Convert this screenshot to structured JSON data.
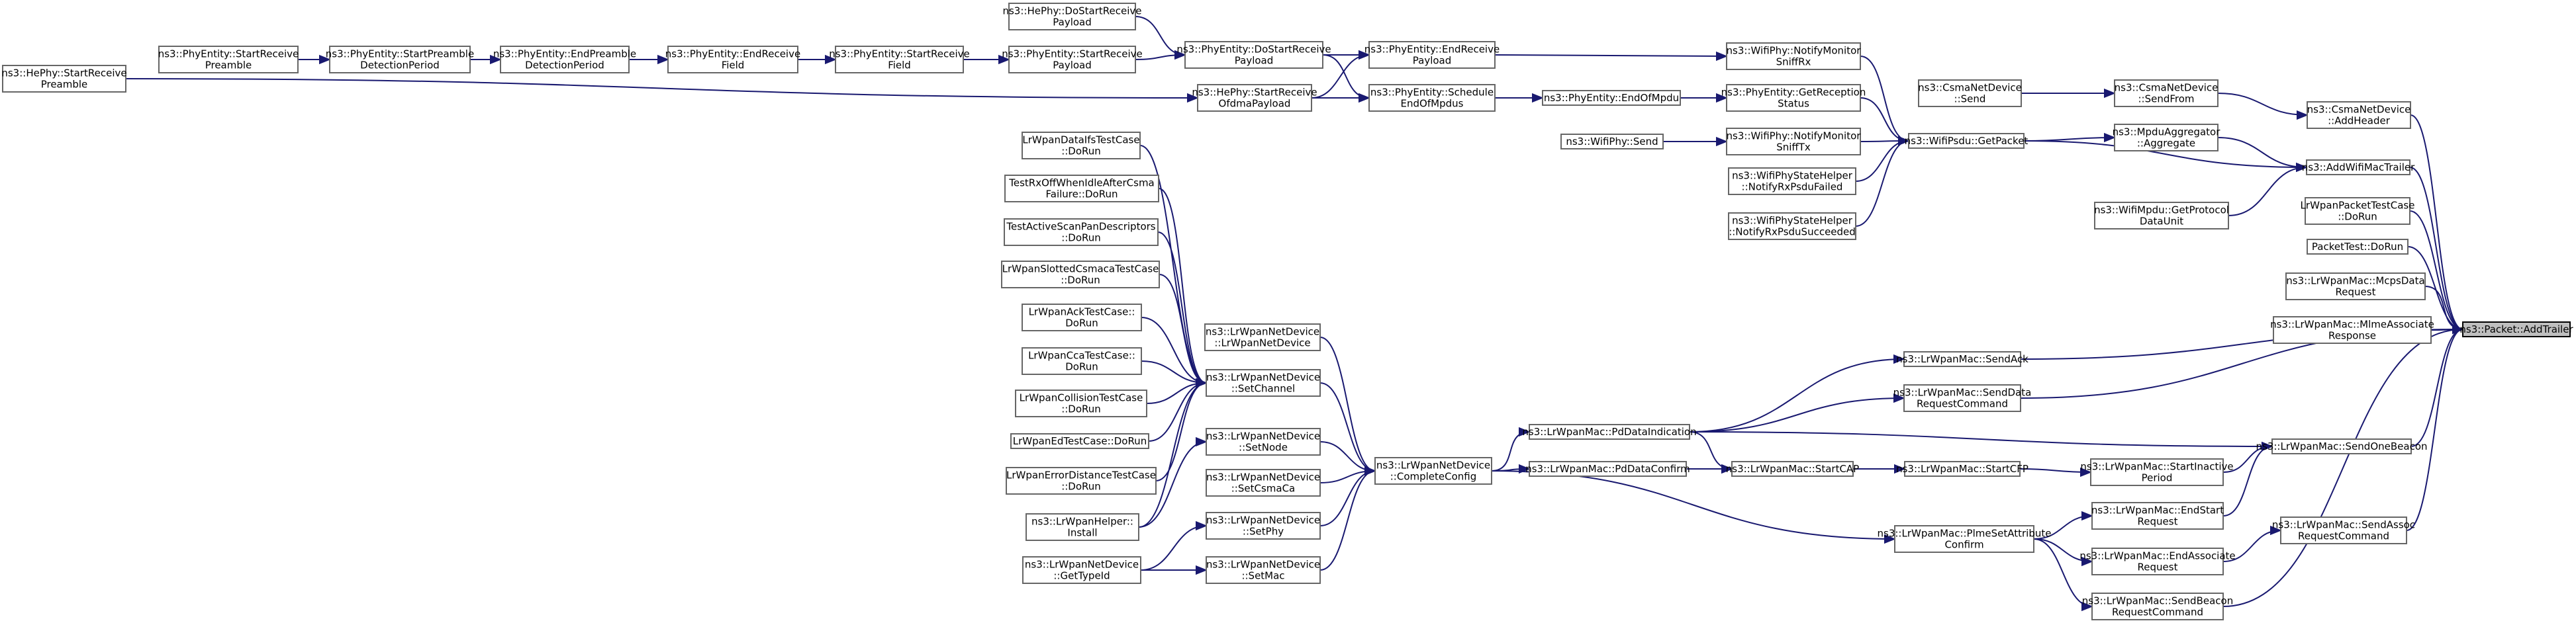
{
  "root": "ns3::Packet::AddTrailer",
  "nodes": [
    {
      "id": "root",
      "lines": [
        "ns3::Packet::AddTrailer"
      ],
      "root": true
    },
    {
      "id": "csma_addheader",
      "lines": [
        "ns3::CsmaNetDevice",
        "::AddHeader"
      ]
    },
    {
      "id": "csma_sendfrom",
      "lines": [
        "ns3::CsmaNetDevice",
        "::SendFrom"
      ]
    },
    {
      "id": "csma_send",
      "lines": [
        "ns3::CsmaNetDevice",
        "::Send"
      ]
    },
    {
      "id": "addwifimactrailer",
      "lines": [
        "ns3::AddWifiMacTrailer"
      ]
    },
    {
      "id": "mpduagg",
      "lines": [
        "ns3::MpduAggregator",
        "::Aggregate"
      ]
    },
    {
      "id": "getprotocol",
      "lines": [
        "ns3::WifiMpdu::GetProtocol",
        "DataUnit"
      ]
    },
    {
      "id": "getpacket",
      "lines": [
        "ns3::WifiPsdu::GetPacket"
      ]
    },
    {
      "id": "notifymonrx",
      "lines": [
        "ns3::WifiPhy::NotifyMonitor",
        "SniffRx"
      ]
    },
    {
      "id": "getrecstatus",
      "lines": [
        "ns3::PhyEntity::GetReception",
        "Status"
      ]
    },
    {
      "id": "notifymontx",
      "lines": [
        "ns3::WifiPhy::NotifyMonitor",
        "SniffTx"
      ]
    },
    {
      "id": "rxpsdufailed",
      "lines": [
        "ns3::WifiPhyStateHelper",
        "::NotifyRxPsduFailed"
      ]
    },
    {
      "id": "rxpsdusucc",
      "lines": [
        "ns3::WifiPhyStateHelper",
        "::NotifyRxPsduSucceeded"
      ]
    },
    {
      "id": "wifiphysend",
      "lines": [
        "ns3::WifiPhy::Send"
      ]
    },
    {
      "id": "endofmpdu",
      "lines": [
        "ns3::PhyEntity::EndOfMpdu"
      ]
    },
    {
      "id": "endrecpayload",
      "lines": [
        "ns3::PhyEntity::EndReceive",
        "Payload"
      ]
    },
    {
      "id": "schedendofmpdus",
      "lines": [
        "ns3::PhyEntity::Schedule",
        "EndOfMpdus"
      ]
    },
    {
      "id": "dostartrecpayload",
      "lines": [
        "ns3::PhyEntity::DoStartReceive",
        "Payload"
      ]
    },
    {
      "id": "hestartrecofdma",
      "lines": [
        "ns3::HePhy::StartReceive",
        "OfdmaPayload"
      ]
    },
    {
      "id": "hedostartrecpayload",
      "lines": [
        "ns3::HePhy::DoStartReceive",
        "Payload"
      ]
    },
    {
      "id": "startrecpayload",
      "lines": [
        "ns3::PhyEntity::StartReceive",
        "Payload"
      ]
    },
    {
      "id": "startrecfield",
      "lines": [
        "ns3::PhyEntity::StartReceive",
        "Field"
      ]
    },
    {
      "id": "endrecfield",
      "lines": [
        "ns3::PhyEntity::EndReceive",
        "Field"
      ]
    },
    {
      "id": "endpreambledet",
      "lines": [
        "ns3::PhyEntity::EndPreamble",
        "DetectionPeriod"
      ]
    },
    {
      "id": "startpreambledet",
      "lines": [
        "ns3::PhyEntity::StartPreamble",
        "DetectionPeriod"
      ]
    },
    {
      "id": "startrecpreamble",
      "lines": [
        "ns3::PhyEntity::StartReceive",
        "Preamble"
      ]
    },
    {
      "id": "hestartrecpreamble",
      "lines": [
        "ns3::HePhy::StartReceive",
        "Preamble"
      ]
    },
    {
      "id": "lrwpanpackettest",
      "lines": [
        "LrWpanPacketTestCase",
        "::DoRun"
      ]
    },
    {
      "id": "packettest",
      "lines": [
        "PacketTest::DoRun"
      ]
    },
    {
      "id": "mcpsdatareq",
      "lines": [
        "ns3::LrWpanMac::McpsData",
        "Request"
      ]
    },
    {
      "id": "mlmeassocresp",
      "lines": [
        "ns3::LrWpanMac::MlmeAssociate",
        "Response"
      ]
    },
    {
      "id": "sendack",
      "lines": [
        "ns3::LrWpanMac::SendAck"
      ]
    },
    {
      "id": "senddatareqcmd",
      "lines": [
        "ns3::LrWpanMac::SendData",
        "RequestCommand"
      ]
    },
    {
      "id": "sendonebeacon",
      "lines": [
        "ns3::LrWpanMac::SendOneBeacon"
      ]
    },
    {
      "id": "startinactive",
      "lines": [
        "ns3::LrWpanMac::StartInactive",
        "Period"
      ]
    },
    {
      "id": "endstartreq",
      "lines": [
        "ns3::LrWpanMac::EndStart",
        "Request"
      ]
    },
    {
      "id": "sendassocreqcmd",
      "lines": [
        "ns3::LrWpanMac::SendAssoc",
        "RequestCommand"
      ]
    },
    {
      "id": "endassocreq",
      "lines": [
        "ns3::LrWpanMac::EndAssociate",
        "Request"
      ]
    },
    {
      "id": "sendbeaconreqcmd",
      "lines": [
        "ns3::LrWpanMac::SendBeacon",
        "RequestCommand"
      ]
    },
    {
      "id": "startcfp",
      "lines": [
        "ns3::LrWpanMac::StartCFP"
      ]
    },
    {
      "id": "startcap",
      "lines": [
        "ns3::LrWpanMac::StartCAP"
      ]
    },
    {
      "id": "pdatacind",
      "lines": [
        "ns3::LrWpanMac::PdDataIndication"
      ]
    },
    {
      "id": "pdataconf",
      "lines": [
        "ns3::LrWpanMac::PdDataConfirm"
      ]
    },
    {
      "id": "plmesetconf",
      "lines": [
        "ns3::LrWpanMac::PlmeSetAttribute",
        "Confirm"
      ]
    },
    {
      "id": "completeconfig",
      "lines": [
        "ns3::LrWpanNetDevice",
        "::CompleteConfig"
      ]
    },
    {
      "id": "lrwpannetdevice",
      "lines": [
        "ns3::LrWpanNetDevice",
        "::LrWpanNetDevice"
      ]
    },
    {
      "id": "setchannel",
      "lines": [
        "ns3::LrWpanNetDevice",
        "::SetChannel"
      ]
    },
    {
      "id": "setnode",
      "lines": [
        "ns3::LrWpanNetDevice",
        "::SetNode"
      ]
    },
    {
      "id": "setcsmaca",
      "lines": [
        "ns3::LrWpanNetDevice",
        "::SetCsmaCa"
      ]
    },
    {
      "id": "setphy",
      "lines": [
        "ns3::LrWpanNetDevice",
        "::SetPhy"
      ]
    },
    {
      "id": "setmac",
      "lines": [
        "ns3::LrWpanNetDevice",
        "::SetMac"
      ]
    },
    {
      "id": "dataifstest",
      "lines": [
        "LrWpanDataIfsTestCase",
        "::DoRun"
      ]
    },
    {
      "id": "rxoffcsmatest",
      "lines": [
        "TestRxOffWhenIdleAfterCsma",
        "Failure::DoRun"
      ]
    },
    {
      "id": "activescantest",
      "lines": [
        "TestActiveScanPanDescriptors",
        "::DoRun"
      ]
    },
    {
      "id": "slottedcsmatest",
      "lines": [
        "LrWpanSlottedCsmacaTestCase",
        "::DoRun"
      ]
    },
    {
      "id": "acktest",
      "lines": [
        "LrWpanAckTestCase::",
        "DoRun"
      ]
    },
    {
      "id": "ccatest",
      "lines": [
        "LrWpanCcaTestCase::",
        "DoRun"
      ]
    },
    {
      "id": "collisiontest",
      "lines": [
        "LrWpanCollisionTestCase",
        "::DoRun"
      ]
    },
    {
      "id": "edtest",
      "lines": [
        "LrWpanEdTestCase::DoRun"
      ]
    },
    {
      "id": "errordisttest",
      "lines": [
        "LrWpanErrorDistanceTestCase",
        "::DoRun"
      ]
    },
    {
      "id": "helperinstall",
      "lines": [
        "ns3::LrWpanHelper::",
        "Install"
      ]
    },
    {
      "id": "gettypeid",
      "lines": [
        "ns3::LrWpanNetDevice",
        "::GetTypeId"
      ]
    }
  ],
  "edges": [
    [
      "csma_addheader",
      "root"
    ],
    [
      "csma_sendfrom",
      "csma_addheader"
    ],
    [
      "csma_send",
      "csma_sendfrom"
    ],
    [
      "addwifimactrailer",
      "root"
    ],
    [
      "mpduagg",
      "addwifimactrailer"
    ],
    [
      "getprotocol",
      "addwifimactrailer"
    ],
    [
      "getpacket",
      "addwifimactrailer"
    ],
    [
      "getpacket",
      "mpduagg"
    ],
    [
      "notifymonrx",
      "getpacket"
    ],
    [
      "getrecstatus",
      "getpacket"
    ],
    [
      "notifymontx",
      "getpacket"
    ],
    [
      "rxpsdufailed",
      "getpacket"
    ],
    [
      "rxpsdusucc",
      "getpacket"
    ],
    [
      "wifiphysend",
      "notifymontx"
    ],
    [
      "endofmpdu",
      "getrecstatus"
    ],
    [
      "endrecpayload",
      "notifymonrx"
    ],
    [
      "schedendofmpdus",
      "endofmpdu"
    ],
    [
      "dostartrecpayload",
      "endrecpayload"
    ],
    [
      "hestartrecofdma",
      "endrecpayload"
    ],
    [
      "dostartrecpayload",
      "schedendofmpdus"
    ],
    [
      "hestartrecofdma",
      "schedendofmpdus"
    ],
    [
      "hedostartrecpayload",
      "dostartrecpayload"
    ],
    [
      "startrecpayload",
      "dostartrecpayload"
    ],
    [
      "startrecfield",
      "startrecpayload"
    ],
    [
      "endrecfield",
      "startrecfield"
    ],
    [
      "endpreambledet",
      "endrecfield"
    ],
    [
      "startpreambledet",
      "endpreambledet"
    ],
    [
      "startrecpreamble",
      "startpreambledet"
    ],
    [
      "hestartrecpreamble",
      "hestartrecofdma"
    ],
    [
      "lrwpanpackettest",
      "root"
    ],
    [
      "packettest",
      "root"
    ],
    [
      "mcpsdatareq",
      "root"
    ],
    [
      "mlmeassocresp",
      "root"
    ],
    [
      "sendack",
      "root"
    ],
    [
      "senddatareqcmd",
      "root"
    ],
    [
      "sendonebeacon",
      "root"
    ],
    [
      "sendassocreqcmd",
      "root"
    ],
    [
      "sendbeaconreqcmd",
      "root"
    ],
    [
      "startinactive",
      "sendonebeacon"
    ],
    [
      "endstartreq",
      "sendonebeacon"
    ],
    [
      "endassocreq",
      "sendassocreqcmd"
    ],
    [
      "startcfp",
      "startinactive"
    ],
    [
      "startcap",
      "startcfp"
    ],
    [
      "plmesetconf",
      "endstartreq"
    ],
    [
      "plmesetconf",
      "endassocreq"
    ],
    [
      "plmesetconf",
      "sendbeaconreqcmd"
    ],
    [
      "pdatacind",
      "sendack"
    ],
    [
      "pdatacind",
      "senddatareqcmd"
    ],
    [
      "pdatacind",
      "sendonebeacon"
    ],
    [
      "pdataconf",
      "startcap"
    ],
    [
      "pdatacind",
      "startcap"
    ],
    [
      "completeconfig",
      "pdatacind"
    ],
    [
      "completeconfig",
      "pdataconf"
    ],
    [
      "completeconfig",
      "plmesetconf"
    ],
    [
      "lrwpannetdevice",
      "completeconfig"
    ],
    [
      "setchannel",
      "completeconfig"
    ],
    [
      "setnode",
      "completeconfig"
    ],
    [
      "setcsmaca",
      "completeconfig"
    ],
    [
      "setphy",
      "completeconfig"
    ],
    [
      "setmac",
      "completeconfig"
    ],
    [
      "dataifstest",
      "setchannel"
    ],
    [
      "rxoffcsmatest",
      "setchannel"
    ],
    [
      "activescantest",
      "setchannel"
    ],
    [
      "slottedcsmatest",
      "setchannel"
    ],
    [
      "acktest",
      "setchannel"
    ],
    [
      "ccatest",
      "setchannel"
    ],
    [
      "collisiontest",
      "setchannel"
    ],
    [
      "edtest",
      "setchannel"
    ],
    [
      "errordisttest",
      "setchannel"
    ],
    [
      "helperinstall",
      "setchannel"
    ],
    [
      "helperinstall",
      "setnode"
    ],
    [
      "gettypeid",
      "setphy"
    ],
    [
      "gettypeid",
      "setmac"
    ]
  ]
}
